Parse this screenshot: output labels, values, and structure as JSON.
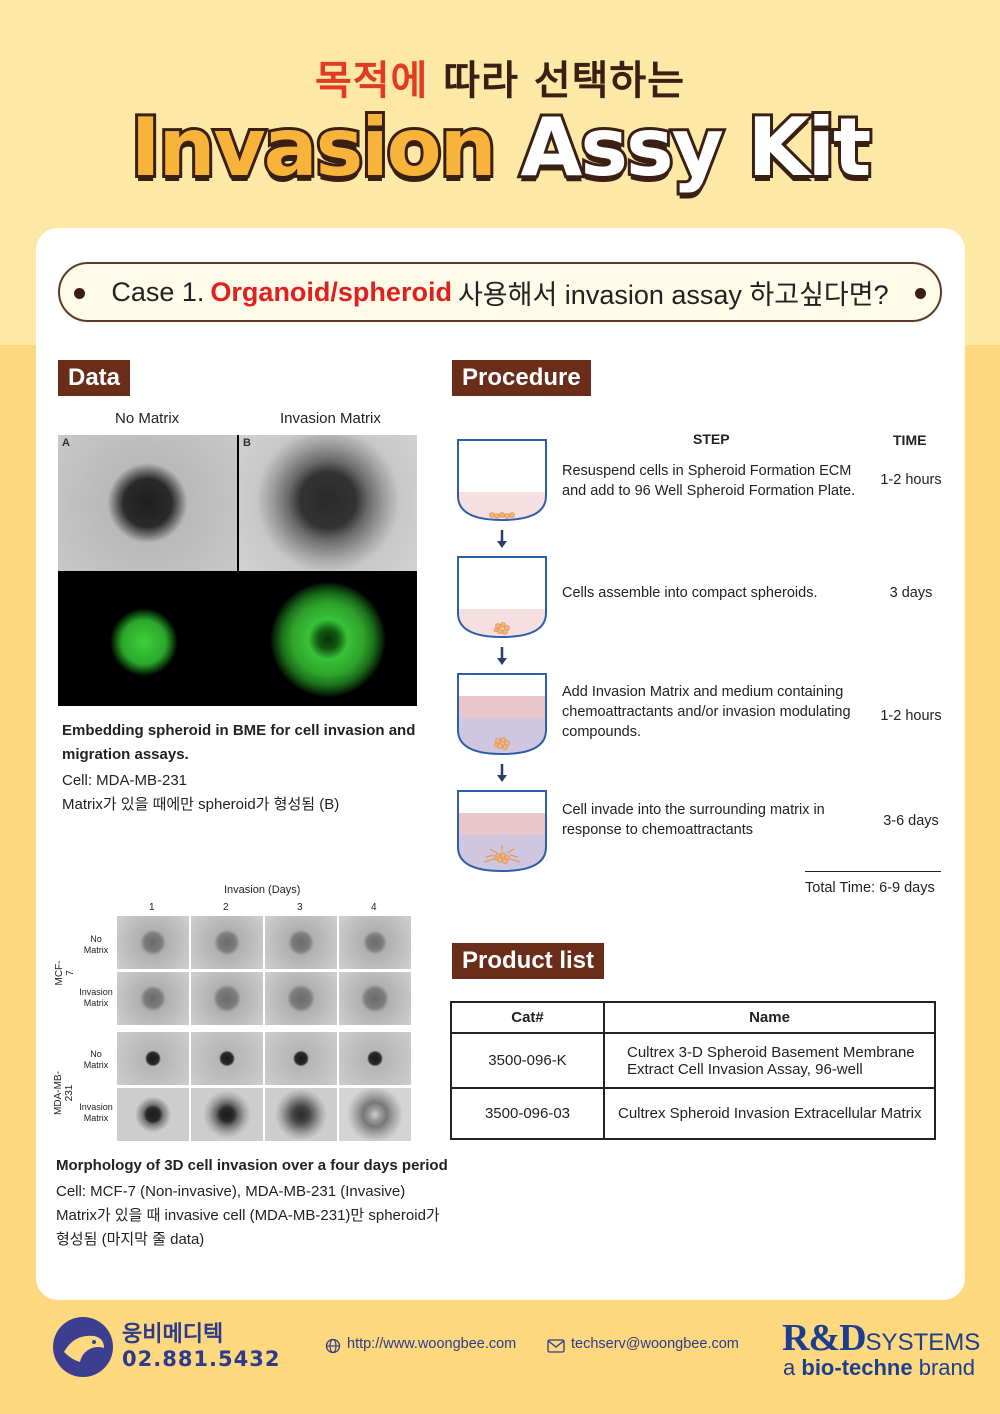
{
  "header": {
    "subtitle_red": "목적에",
    "subtitle_rest": "따라 선택하는",
    "title_part1": "Invasion",
    "title_part2": "Assy Kit"
  },
  "case": {
    "prefix": "Case 1.",
    "highlight": "Organoid/spheroid",
    "suffix": "사용해서 invasion assay 하고싶다면?"
  },
  "data_section": {
    "label": "Data",
    "fig1": {
      "col_left": "No Matrix",
      "col_right": "Invasion Matrix",
      "panel_a": "A",
      "panel_b": "B"
    },
    "caption1": {
      "title": "Embedding spheroid in BME for cell invasion and migration assays.",
      "line1": "Cell: MDA-MB-231",
      "line2": "Matrix가 있을 때에만 spheroid가 형성됨 (B)"
    },
    "fig2": {
      "title": "Invasion (Days)",
      "days": [
        "1",
        "2",
        "3",
        "4"
      ],
      "cell_lines": [
        "MCF-7",
        "MDA-MB-231"
      ],
      "row_labels": [
        [
          "No",
          "Matrix"
        ],
        [
          "Invasion",
          "Matrix"
        ],
        [
          "No",
          "Matrix"
        ],
        [
          "Invasion",
          "Matrix"
        ]
      ]
    },
    "caption2": {
      "title": "Morphology of 3D cell invasion over a four days period",
      "line1": "Cell: MCF-7 (Non-invasive), MDA-MB-231 (Invasive)",
      "line2": "Matrix가 있을 때 invasive cell (MDA-MB-231)만  spheroid가",
      "line3": "형성됨 (마지막 줄 data)"
    }
  },
  "procedure": {
    "label": "Procedure",
    "step_header": "STEP",
    "time_header": "TIME",
    "steps": [
      {
        "text1": "Resuspend cells in Spheroid Formation ECM",
        "text2": "and add to 96 Well Spheroid Formation Plate.",
        "text3": "",
        "time": "1-2 hours"
      },
      {
        "text1": "Cells assemble into compact spheroids.",
        "text2": "",
        "text3": "",
        "time": "3 days"
      },
      {
        "text1": "Add Invasion Matrix and medium containing",
        "text2": "chemoattractants and/or invasion modulating",
        "text3": "compounds.",
        "time": "1-2 hours"
      },
      {
        "text1": "Cell invade into the surrounding matrix in",
        "text2": "response to chemoattractants",
        "text3": "",
        "time": "3-6 days"
      }
    ],
    "total": "Total Time: 6-9 days"
  },
  "products": {
    "label": "Product list",
    "headers": [
      "Cat#",
      "Name"
    ],
    "rows": [
      {
        "cat": "3500-096-K",
        "name1": "Cultrex 3-D Spheroid Basement Membrane",
        "name2": "Extract Cell Invasion Assay, 96-well"
      },
      {
        "cat": "3500-096-03",
        "name1": "Cultrex Spheroid Invasion Extracellular Matrix",
        "name2": ""
      }
    ]
  },
  "footer": {
    "company": "웅비메디텍",
    "phone": "02.881.5432",
    "website": "http://www.woongbee.com",
    "email": "techserv@woongbee.com",
    "brand_main": "R&D",
    "brand_systems": "SYSTEMS",
    "brand_tag_a": "a",
    "brand_tag_bio": "bio-techne",
    "brand_tag_brand": "brand"
  },
  "colors": {
    "accent_red": "#e23b22",
    "brown": "#6a2d19",
    "bg_yellow": "#fdd87e",
    "navy": "#2d3a8c",
    "flow_blue": "#2c5fa8"
  }
}
